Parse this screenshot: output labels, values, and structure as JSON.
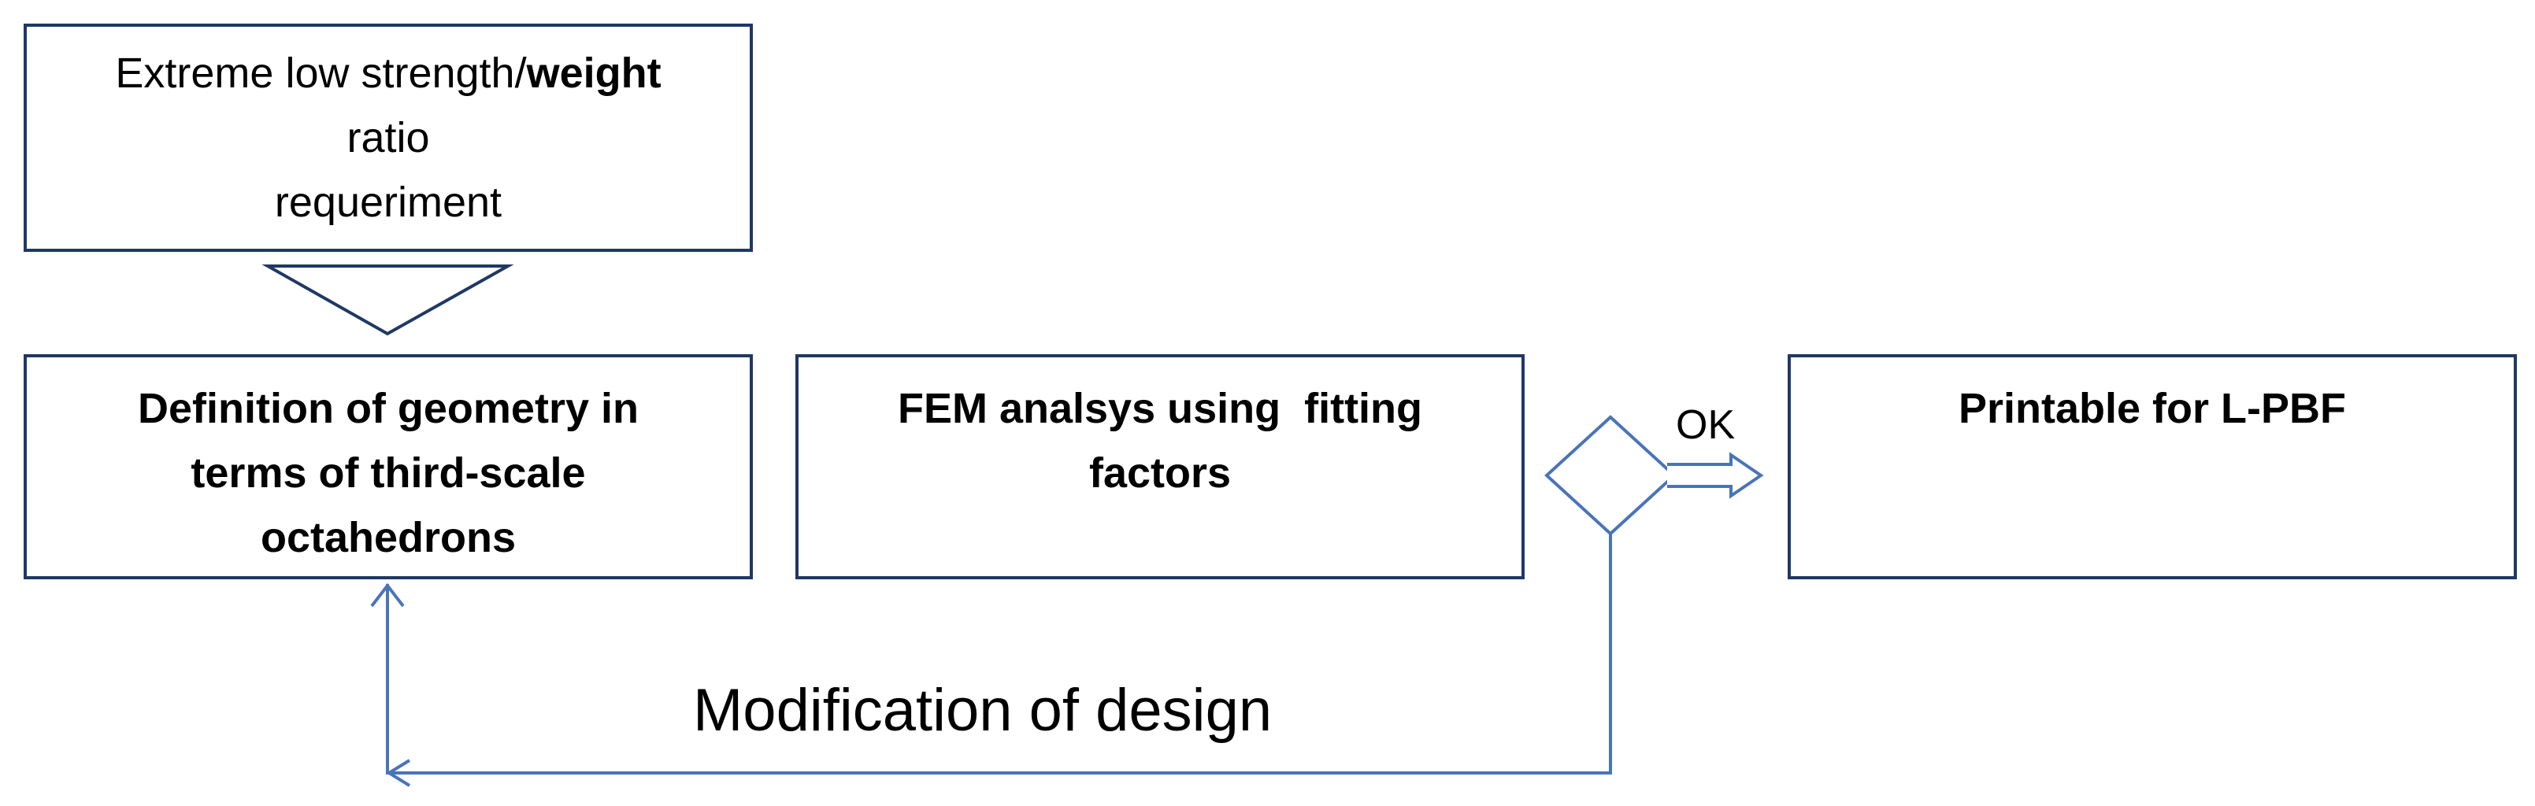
{
  "boxes": {
    "requirement": {
      "line1_normal": "Extreme low strength/",
      "line1_bold": "weight",
      "line2": "ratio",
      "line3": "requeriment"
    },
    "geometry": {
      "line1": "Definition of geometry in",
      "line2": "terms of third-scale",
      "line3": "octahedrons"
    },
    "fem": {
      "line1": "FEM analsys using  fitting",
      "line2": "factors"
    },
    "printable": {
      "line1": "Printable for L-PBF"
    }
  },
  "decision": {
    "ok_label": "OK"
  },
  "feedback": {
    "label": "Modification of design"
  },
  "colors": {
    "box_border": "#1f3864",
    "connector": "#4a74b8"
  }
}
